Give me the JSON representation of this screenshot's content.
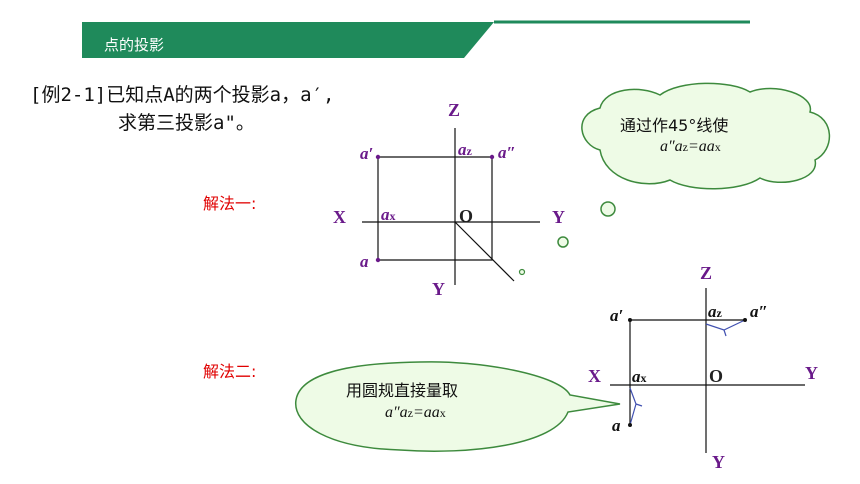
{
  "header": {
    "title": "点的投影",
    "bar_color": "#1f8a5b",
    "line_color": "#1f8a5b"
  },
  "problem": {
    "line1": "[例2-1]已知点A的两个投影a，a′,",
    "line2": "求第三投影a\"。"
  },
  "method1": {
    "label": "解法一:",
    "axes": {
      "z": "Z",
      "x": "X",
      "y_right": "Y",
      "y_down": "Y",
      "origin": "O"
    },
    "points": {
      "a_prime": "a′",
      "a_z": "a",
      "a_z_sub": "z",
      "a_double": "a″",
      "a_x": "a",
      "a_x_sub": "x",
      "a": "a"
    },
    "bubble": {
      "text": "通过作45°线使",
      "formula": "a″a",
      "formula_sub1": "z",
      "formula_mid": "=aa",
      "formula_sub2": "x"
    }
  },
  "method2": {
    "label": "解法二:",
    "axes": {
      "z": "Z",
      "x": "X",
      "y_right": "Y",
      "y_down": "Y",
      "origin": "O"
    },
    "points": {
      "a_prime": "a′",
      "a_z": "a",
      "a_z_sub": "z",
      "a_double": "a″",
      "a_x": "a",
      "a_x_sub": "x",
      "a": "a"
    },
    "bubble": {
      "text": "用圆规直接量取",
      "formula": "a″a",
      "formula_sub1": "z",
      "formula_mid": "=aa",
      "formula_sub2": "x"
    }
  },
  "colors": {
    "accent_purple": "#6a1a8a",
    "method_red": "#e00000",
    "bubble_fill": "#eefbe6",
    "bubble_stroke": "#3d8a3d"
  }
}
